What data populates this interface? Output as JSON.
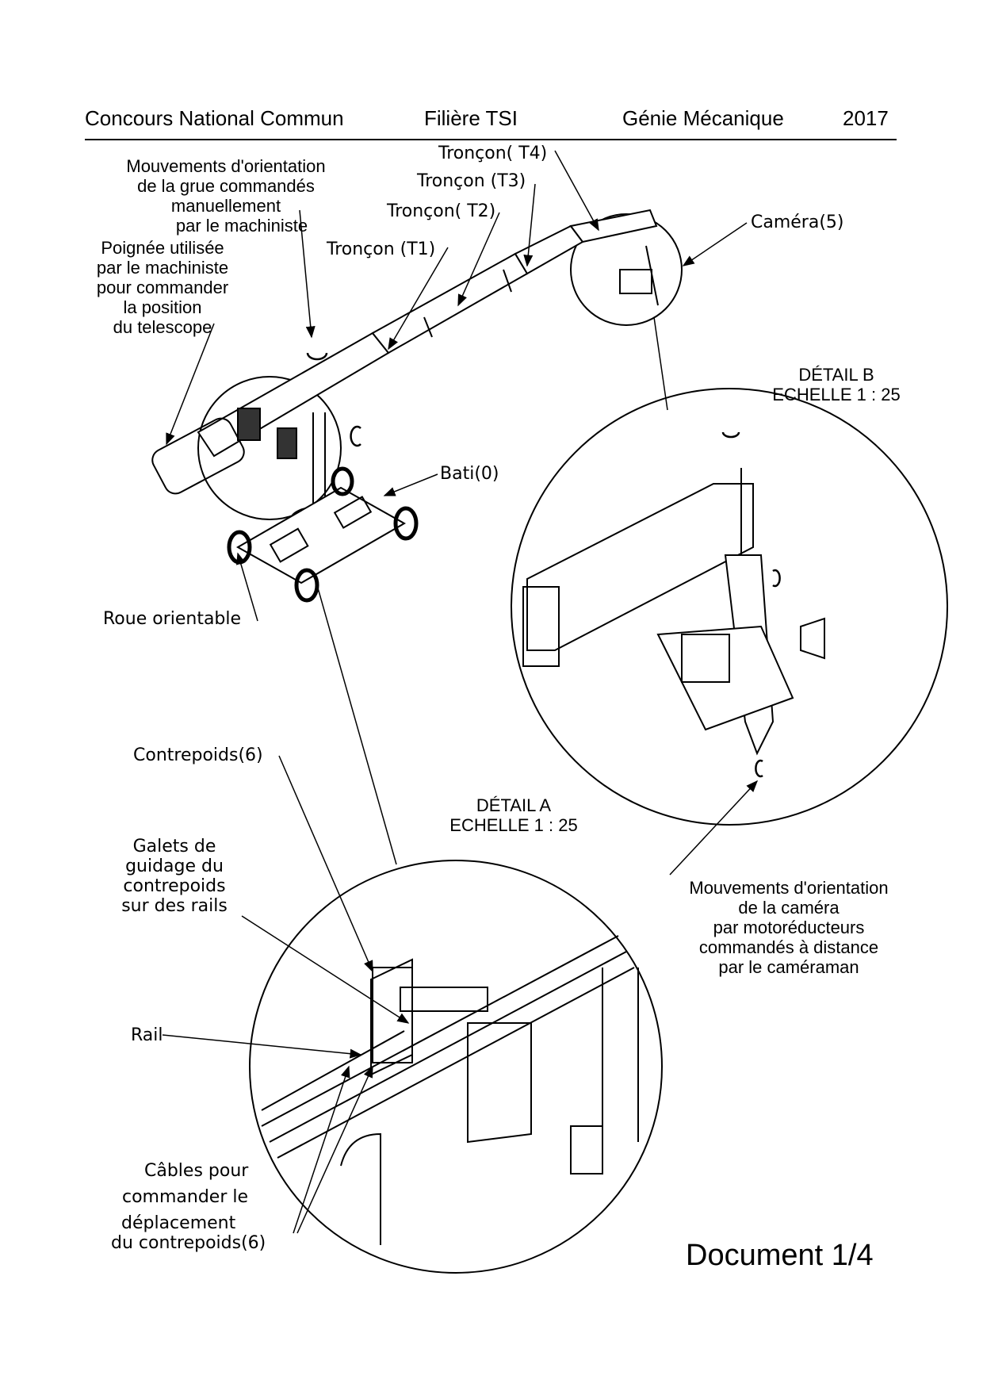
{
  "header": {
    "exam": "Concours National Commun",
    "track": "Filière TSI",
    "subject": "Génie Mécanique",
    "year": "2017"
  },
  "labels": {
    "crane_rotation": [
      "Mouvements d'orientation",
      "de la grue commandés",
      "manuellement",
      "par le machiniste"
    ],
    "handle": [
      "Poignée utilisée",
      "par le machiniste",
      "pour commander",
      "la position",
      "du telescope"
    ],
    "t1": "Tronçon (T1)",
    "t2": "Tronçon( T2)",
    "t3": "Tronçon (T3)",
    "t4": "Tronçon( T4)",
    "camera": "Caméra(5)",
    "bati": "Bati(0)",
    "wheel": "Roue orientable",
    "counterweight": "Contrepoids(6)",
    "rollers": [
      "Galets de",
      "guidage du",
      "contrepoids",
      "sur des rails"
    ],
    "rail": "Rail",
    "cables": [
      "Câbles pour",
      "commander le",
      "déplacement",
      "du contrepoids(6)"
    ],
    "camera_rotation": [
      "Mouvements d'orientation",
      "de la caméra",
      "par motoréducteurs",
      "commandés à distance",
      "par le caméraman"
    ]
  },
  "details": {
    "b": {
      "title": "DÉTAIL B",
      "scale": "ECHELLE 1 : 25"
    },
    "a": {
      "title": "DÉTAIL A",
      "scale": "ECHELLE 1 : 25"
    }
  },
  "footer": {
    "page": "Document 1/4"
  }
}
